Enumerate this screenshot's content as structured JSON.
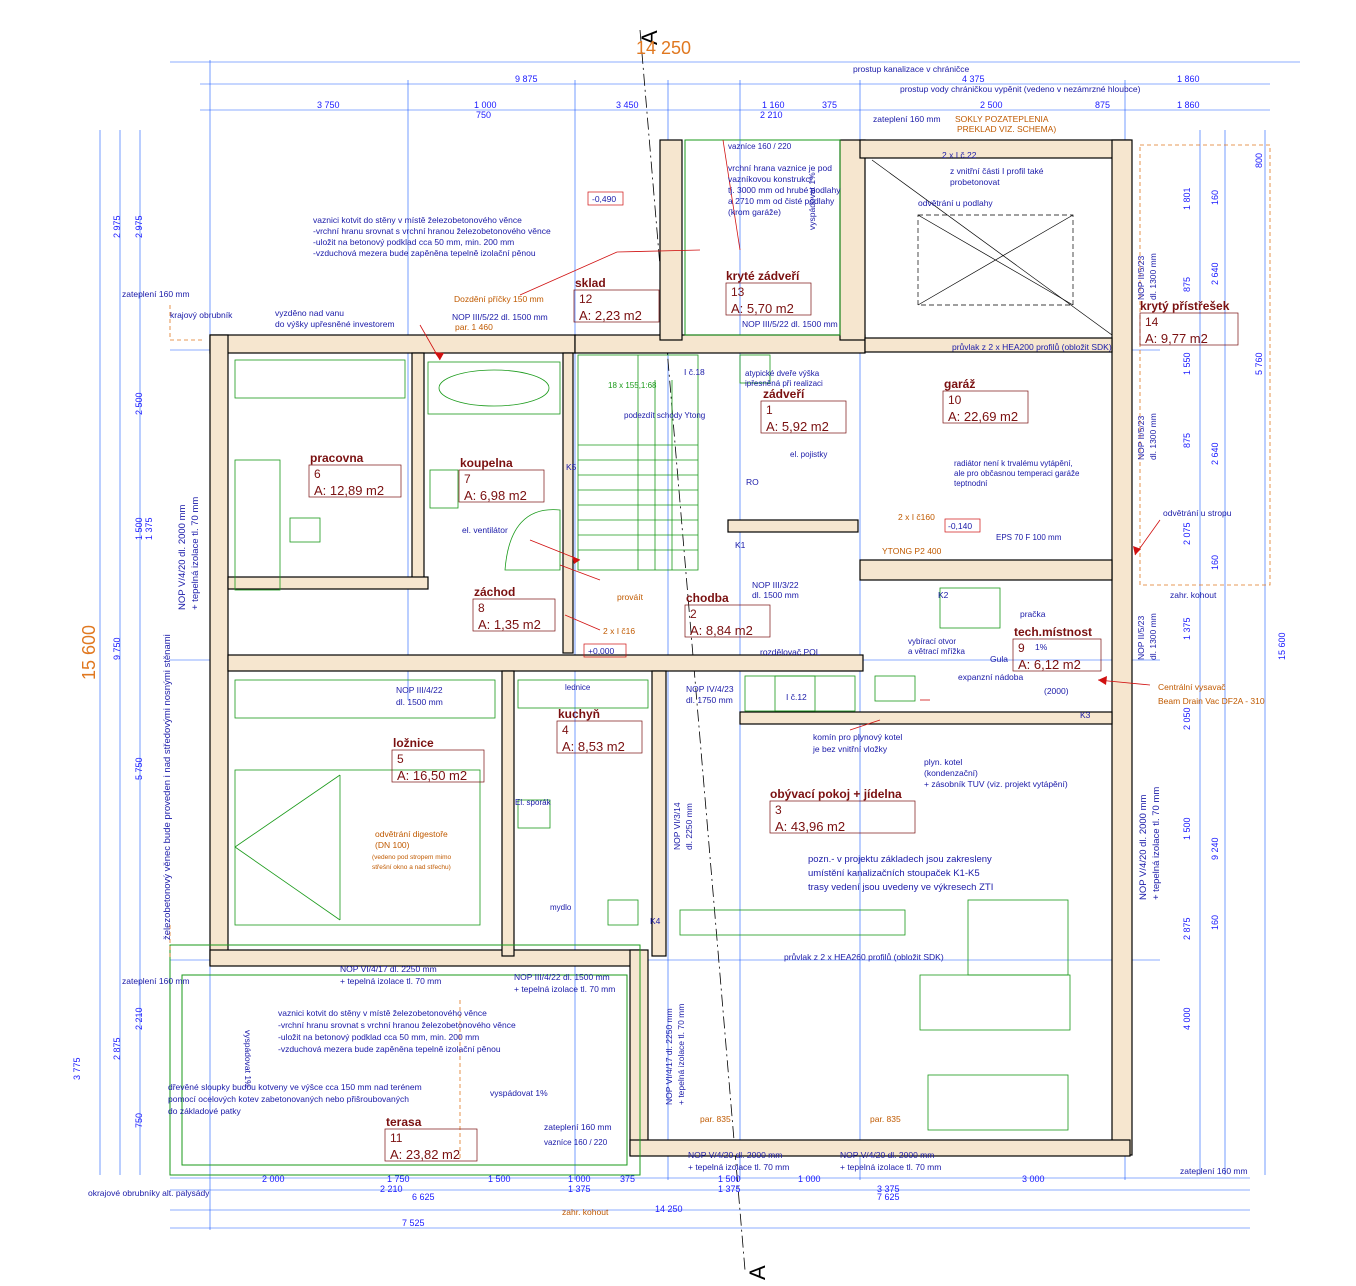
{
  "section_marks": {
    "top": "A",
    "bottom": "A"
  },
  "overall": {
    "width_total": "14 250",
    "height_total": "15 600"
  },
  "rooms": [
    {
      "name": "zádveří",
      "number": "1",
      "area": "A: 5,92 m2"
    },
    {
      "name": "chodba",
      "number": "2",
      "area": "A: 8,84 m2"
    },
    {
      "name": "obývací pokoj + jídelna",
      "number": "3",
      "area": "A: 43,96 m2"
    },
    {
      "name": "kuchyň",
      "number": "4",
      "area": "A: 8,53 m2"
    },
    {
      "name": "ložnice",
      "number": "5",
      "area": "A: 16,50 m2"
    },
    {
      "name": "pracovna",
      "number": "6",
      "area": "A: 12,89 m2"
    },
    {
      "name": "koupelna",
      "number": "7",
      "area": "A: 6,98 m2"
    },
    {
      "name": "záchod",
      "number": "8",
      "area": "A: 1,35 m2"
    },
    {
      "name": "tech.místnost",
      "number": "9",
      "area": "A: 6,12 m2"
    },
    {
      "name": "garáž",
      "number": "10",
      "area": "A: 22,69 m2"
    },
    {
      "name": "terasa",
      "number": "11",
      "area": "A: 23,82 m2"
    },
    {
      "name": "sklad",
      "number": "12",
      "area": "A: 2,23 m2"
    },
    {
      "name": "kryté zádveří",
      "number": "13",
      "area": "A: 5,70 m2"
    },
    {
      "name": "krytý přístřešek",
      "number": "14",
      "area": "A: 9,77 m2"
    }
  ],
  "top_dims": {
    "d1": "9 875",
    "d2": "4 375",
    "d3": "1 860",
    "d4": "3 750",
    "d5": "1 000",
    "d6": "3 450",
    "d7": "750",
    "d8": "1 160",
    "d9": "2 210",
    "d10": "375",
    "d11": "2 500",
    "d12": "875",
    "d13": "1 860"
  },
  "bottom_dims": {
    "b1": "2 000",
    "b2": "1 750",
    "b3": "2 210",
    "b4": "1 500",
    "b5": "1 000",
    "b6": "375",
    "b7": "1 500",
    "b8": "1 000",
    "b9": "3 000",
    "b10": "6 625",
    "b11": "1 375",
    "b12": "7 525",
    "b13": "7 625",
    "b14": "14 250",
    "b15": "1 375",
    "b16": "3 375"
  },
  "left_dims": {
    "l1": "2 975",
    "l2": "2 975",
    "l3": "2 500",
    "l4": "1 500",
    "l5": "1 375",
    "l6": "9 750",
    "l7": "5 750",
    "l8": "2 875",
    "l9": "2 210",
    "l10": "750",
    "l11": "3 775"
  },
  "right_dims": {
    "r1": "800",
    "r2": "1 801",
    "r3": "160",
    "r4": "2 640",
    "r5": "875",
    "r6": "1 550",
    "r7": "5 760",
    "r8": "2 640",
    "r9": "875",
    "r10": "2 075",
    "r11": "160",
    "r12": "15 600",
    "r13": "9 240",
    "r14": "2 050",
    "r15": "1 375",
    "r16": "1 500",
    "r17": "4 000",
    "r18": "2 875",
    "r19": "160"
  },
  "notes": {
    "n1": "prostup kanalizace v chráničce",
    "n2": "prostup vody chráničkou vypěnit (vedeno v nezámrzné hloubce)",
    "n3": "zateplení 160 mm",
    "n4": "SOKLY POZATEPLENIA",
    "n5": "PREKLAD VIZ. SCHEMA)",
    "n6": "-0,490",
    "n7": "vaznici kotvit do stěny v místě železobetonového věnce",
    "n8": "-vrchní hranu srovnat s vrchní hranou železobetonového věnce",
    "n9": "-uložit na betonový podklad cca 50 mm, min. 200 mm",
    "n10": "-vzduchová mezera bude zapěněna tepelně izolační pěnou",
    "n11": "vrchní hrana vaznice je pod",
    "n12": "vazníkovou konstrukcí",
    "n13": "tj. 3000 mm od hrubé podlahy",
    "n14": "a 2710 mm od čisté podlahy",
    "n15": "(krom garáže)",
    "n16": "2 x I č.22",
    "n17": "z vnitřní části I profil také",
    "n18": "probetonovat",
    "n19": "odvětrání u podlahy",
    "n20": "zateplení 160 mm",
    "n21": "krajový obrubník",
    "n22": "vyzděno nad vanu",
    "n23": "do výšky upřesněné investorem",
    "n24": "Dozdění příčky 150 mm",
    "n25": "NOP III/5/22 dl. 1500 mm",
    "n26": "par. 1 460",
    "n27": "NOP III/5/22 dl. 1500 mm",
    "n28": "průvlak z 2 x HEA200 profilů (obložit SDK)",
    "n29": "atypické dveře výška",
    "n30": "ipřesněná při realizaci",
    "n31": "podezdít schody Ytong",
    "n32": "18 x 155,1:68",
    "n33": "el. ventilátor",
    "n34": "prováít",
    "n35": "2 x I č16",
    "n36": "NOP III/3/22",
    "n37": "dl. 1500 mm",
    "n38": "rozdělovač POL",
    "n39": "-0,140",
    "n40": "2 x I č160",
    "n41": "YTONG P2 400",
    "n42": "EPS 70 F 100 mm",
    "n43": "odvětrání u stropu",
    "n44": "zahr. kohout",
    "n45": "radiátor není k trvalému vytápění,",
    "n46": "ale pro občasnou temperaci garáže",
    "n47": "teptnodní",
    "n48": "vybírací otvor",
    "n49": "a větrací mřížka",
    "n50": "Gula",
    "n51": "expanzní nádoba",
    "n52": "(2000)",
    "n53": "Centrální vysavač",
    "n54": "Beam Drain Vac DF2A - 310",
    "n55": "NOP III/4/22",
    "n56": "dl. 1500 mm",
    "n57": "NOP IV/4/23",
    "n58": "dl. 1750 mm",
    "n59": "komín pro plynový kotel",
    "n60": "je bez vnitřní vložky",
    "n61": "plyn. kotel",
    "n62": "(kondenzační)",
    "n63": "+ zásobník TUV (viz. projekt vytápění)",
    "n64": "odvětrání digestoře",
    "n65": "(DN 100)",
    "n66": "(vedeno pod stropem mimo",
    "n67": "střešní okno a nad střechu)",
    "n68": "pozn.- v projektu základech jsou zakresleny",
    "n69": "umístění kanalizačních stoupaček K1-K5",
    "n70": "trasy vedení jsou uvedeny ve výkresech ZTI",
    "n71": "průvlak z 2 x HEA260 profilů (obložit SDK)",
    "n72": "NOP VI/4/17 dl. 2250 mm",
    "n73": "+ tepelná izolace tl. 70 mm",
    "n74": "NOP III/4/22 dl. 1500 mm",
    "n75": "+ tepelná izolace tl. 70 mm",
    "n76": "zateplení 160 mm",
    "n77": "vyspádovat 1%",
    "n78": "dřevěné sloupky budou kotveny ve výšce cca 150 mm nad terénem",
    "n79": "pomocí ocelových kotev zabetonovaných nebo přišroubovaných",
    "n80": "do základové patky",
    "n81": "vyspádovat 1%",
    "n82": "zateplení 160 mm",
    "n83": "NOP V/4/20 dl. 2000 mm",
    "n84": "+ tepelná izolace tl. 70 mm",
    "n85": "NOP V/4/20 dl. 2000 mm",
    "n86": "+ tepelná izolace tl. 70 mm",
    "n87": "zateplení 160 mm",
    "n88": "okrajové obrubníky alt. palysády",
    "n89": "zahr. kohout",
    "n90": "železobetonový věnec bude proveden i nad středovými nosnými stěnami",
    "n91": "NOP V/4/20 dl. 2000 mm",
    "n92": "+ tepelná izolace tl. 70 mm",
    "n93": "NOP V/4/20 dl. 2000 mm",
    "n94": "+ tepelná izolace tl. 70 mm",
    "n95": "NOP II/5/23",
    "n96": "dl. 1300 mm",
    "n97": "NOP II/5/23",
    "n98": "dl. 1300 mm",
    "n99": "NOP II/5/23",
    "n100": "dl. 1300 mm",
    "n101": "NOP VI/3/14",
    "n102": "dl. 2250 mm",
    "n103": "NOP VI/4/17 dl. 2250 mm",
    "n104": "+ tepelná izolace tl. 70 mm",
    "n105": "+0,000",
    "n106": "El. sporák",
    "n107": "mydlo",
    "n108": "lednice",
    "n109": "vyspádovat 1%",
    "n110": "par. 835",
    "n111": "par. 835",
    "n112": "RO",
    "n113": "K1",
    "n114": "K2",
    "n115": "K3",
    "n116": "K4",
    "n117": "K5",
    "n118": "pračka",
    "n119": "1%",
    "n120": "I č.12",
    "n121": "I č.18",
    "n122": "el. pojistky",
    "n123": "vazníce 160 / 220",
    "n124": "vazníce 160 / 220"
  }
}
